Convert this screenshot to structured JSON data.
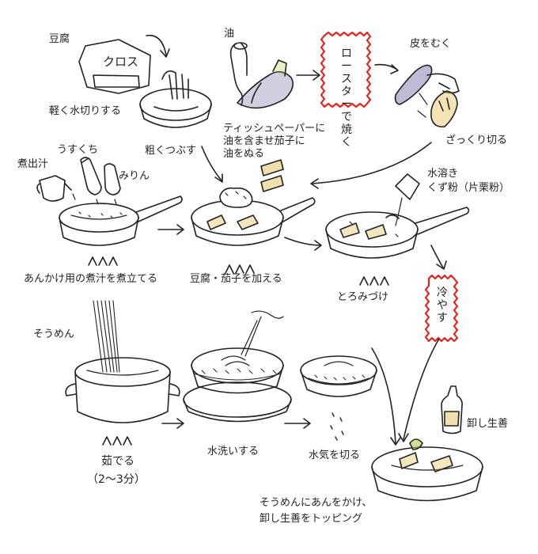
{
  "labels": {
    "tofu": "豆腐",
    "cloth": "クロス",
    "drain_tofu": "軽く水切りする",
    "crush": "粗くつぶす",
    "oil": "油",
    "oil_eggplant_line1": "ティッシュペーパーに",
    "oil_eggplant_line2": "油を含ませ茄子に",
    "oil_eggplant_line3": "油をぬる",
    "roast": "ロースターで焼く",
    "peel": "皮をむく",
    "rough_cut": "ざっくり切る",
    "dashi": "煮出汁",
    "usukuchi": "うすくち",
    "mirin": "みりん",
    "boil_sauce": "あんかけ用の煮汁を煮立てる",
    "add_tofu_eggplant": "豆腐・茄子を加える",
    "mizutoki": "水溶き",
    "kuzuko": "くず粉（片栗粉）",
    "thicken": "とろみづけ",
    "chill": "冷やす",
    "somen": "そうめん",
    "boil_noodles": "茹でる",
    "boil_time": "（2〜3分）",
    "rinse": "水洗いする",
    "drain_water": "水気を切る",
    "grated_ginger": "卸し生善",
    "final_line1": "そうめんにあんをかけ、",
    "final_line2": "卸し生善をトッピング"
  },
  "colors": {
    "ink": "#222222",
    "accent_red": "#e8211d",
    "eggplant": "#4a3a8c",
    "eggplant_light": "#a08be0",
    "ginger": "#e6c25a",
    "ginger_green": "#b9c94a"
  }
}
